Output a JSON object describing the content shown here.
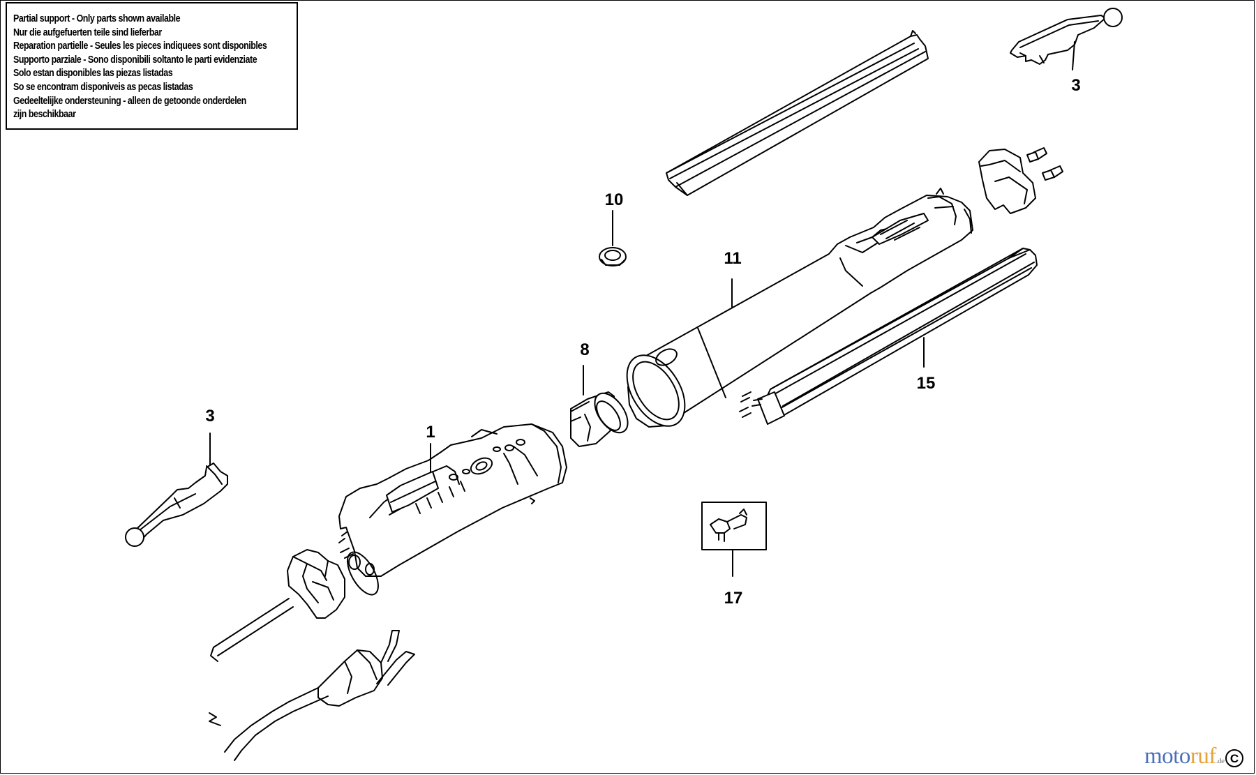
{
  "notice": {
    "lines": [
      "Partial support - Only parts shown available",
      "Nur die aufgefuerten teile sind lieferbar",
      "Reparation partielle - Seules les pieces indiquees sont disponibles",
      "Supporto parziale - Sono disponibili soltanto le parti evidenziate",
      "Solo estan disponibles las piezas listadas",
      "So se encontram disponiveis as pecas listadas",
      "Gedeeltelijke ondersteuning - alleen de getoonde onderdelen",
      "zijn beschikbaar"
    ]
  },
  "callouts": {
    "c1": "1",
    "c3_top": "3",
    "c3_left": "3",
    "c8": "8",
    "c10": "10",
    "c11": "11",
    "c15": "15",
    "c17": "17"
  },
  "watermark": {
    "part1": "moto",
    "part2": "ruf",
    "part3": ".de"
  },
  "corner_mark": "C"
}
